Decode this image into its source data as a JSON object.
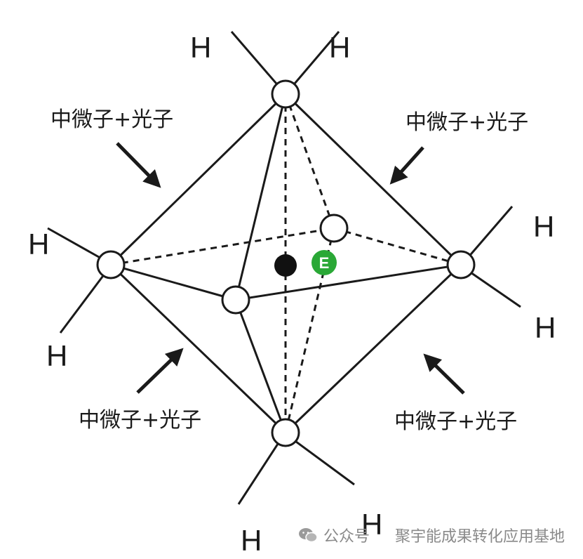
{
  "labels": {
    "particle_text": "中微子+光子",
    "hydrogen": "H",
    "electron": "E"
  },
  "footer": {
    "account_type": "公众号",
    "account_name": "聚宇能成果转化应用基地"
  },
  "icons": {
    "footer_icon": "wechat-icon"
  },
  "colors": {
    "line": "#1a1a1a",
    "electron": "#2aa836",
    "footer_text": "#8a8a8a"
  }
}
